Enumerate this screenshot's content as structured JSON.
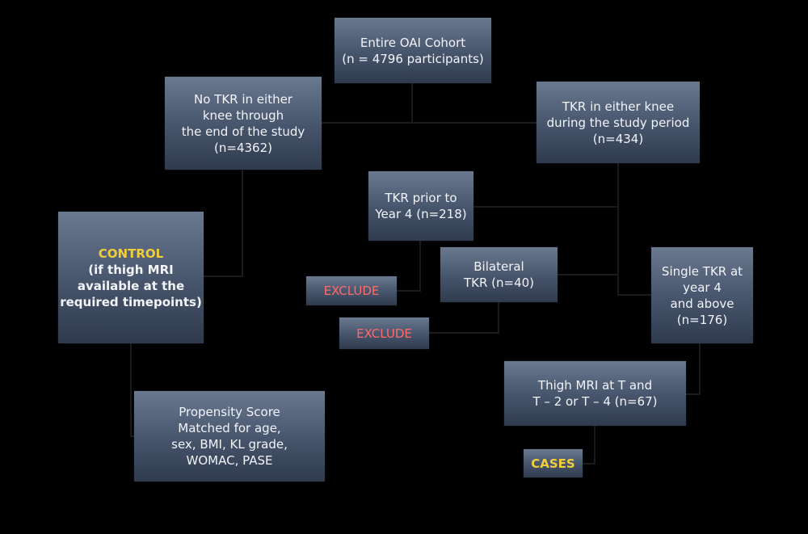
{
  "nodes": {
    "entire": {
      "lines": [
        "Entire OAI Cohort",
        "(n = 4796 participants)"
      ]
    },
    "no_tkr": {
      "lines": [
        "No TKR in either",
        "knee through",
        "the end of the study",
        "(n=4362)"
      ]
    },
    "tkr_either": {
      "lines": [
        "TKR in either knee",
        "during the study period",
        "(n=434)"
      ]
    },
    "tkr_prior": {
      "lines": [
        "TKR prior to",
        "Year 4 (n=218)"
      ]
    },
    "control": {
      "label": "CONTROL",
      "lines": [
        "(if thigh MRI",
        "available at the",
        "required timepoints)"
      ]
    },
    "exclude_1": {
      "label": "EXCLUDE"
    },
    "bilateral": {
      "lines": [
        "Bilateral",
        "TKR (n=40)"
      ]
    },
    "single": {
      "lines": [
        "Single TKR at",
        "year 4",
        "and above",
        "(n=176)"
      ]
    },
    "exclude_2": {
      "label": "EXCLUDE"
    },
    "thigh_mri": {
      "lines": [
        "Thigh MRI at T and",
        "T – 2 or T – 4 (n=67)"
      ]
    },
    "propensity": {
      "lines": [
        "Propensity Score",
        "Matched for age,",
        "sex, BMI, KL grade,",
        "WOMAC, PASE"
      ]
    },
    "cases": {
      "label": "CASES"
    }
  },
  "colors": {
    "highlight_yellow": "#f2cf3a",
    "exclude_red": "#ff6b6b",
    "line": "#1a1a1a"
  }
}
